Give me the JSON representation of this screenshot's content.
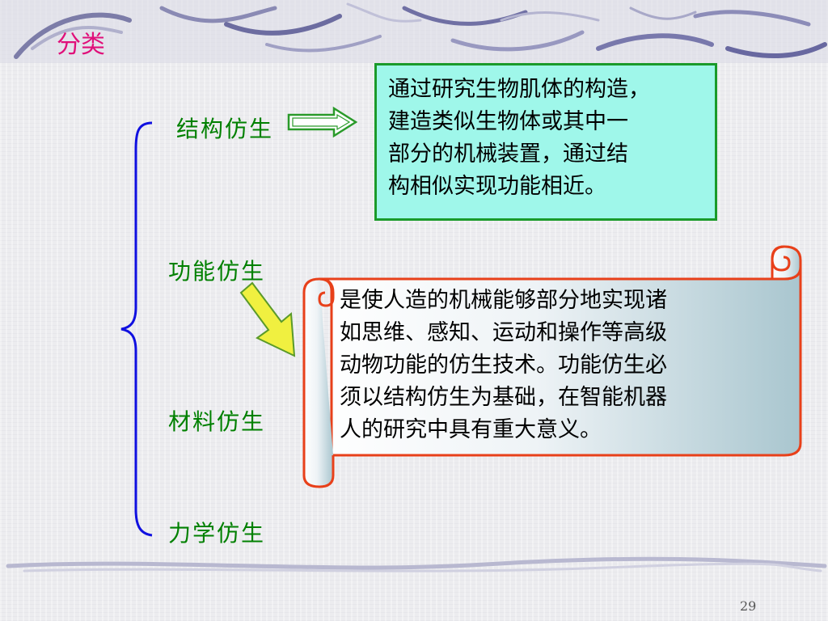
{
  "slide": {
    "title": "分类",
    "page_number": "29"
  },
  "categories": [
    {
      "label": "结构仿生"
    },
    {
      "label": "功能仿生"
    },
    {
      "label": "材料仿生"
    },
    {
      "label": "力学仿生"
    }
  ],
  "structural_box": {
    "lines": [
      "通过研究生物肌体的构造，",
      "建造类似生物体或其中一",
      "部分的机械装置，通过结",
      "构相似实现功能相近。"
    ]
  },
  "functional_scroll": {
    "lines": [
      "是使人造的机械能够部分地实现诸",
      "如思维、感知、运动和操作等高级",
      "动物功能的仿生技术。功能仿生必",
      "须以结构仿生为基础，在智能机器",
      "人的研究中具有重大意义。"
    ]
  },
  "colors": {
    "title": "#e0107a",
    "labels": "#008000",
    "box_fill": "#9ff7ea",
    "box_border": "#1a9a2a",
    "scroll_border": "#e8401a",
    "brace": "#1010e0",
    "arrow_yellow": "#f0f040"
  }
}
